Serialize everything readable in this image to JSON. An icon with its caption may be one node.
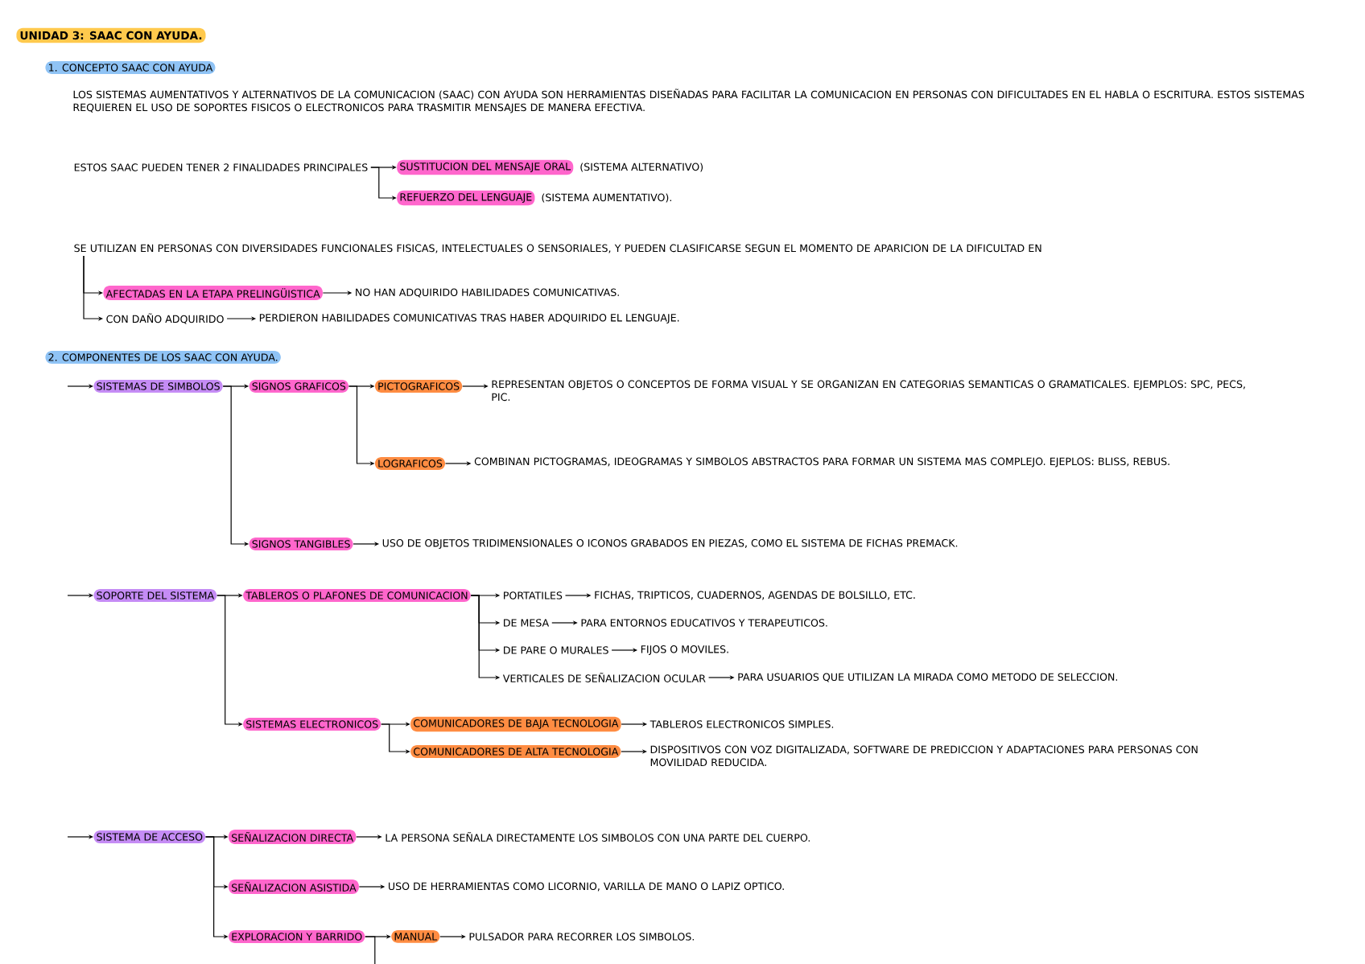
{
  "diagram": {
    "title": "UNIDAD 3: SAAC CON AYUDA.",
    "nodes": [
      {
        "text": [
          "1. CONCEPTO SAAC CON AYUDA"
        ]
      },
      {
        "text": [
          "ESTOS SAAC PUEDEN TENER 2 FINALIDADES PRINCIPALES"
        ]
      },
      {
        "text": [
          "SUSTITUCION DEL MENSAJE ORAL"
        ],
        "beside": [
          "(SISTEMA ALTERNATIVO)"
        ]
      },
      {
        "text": [
          "REFUERZO DEL LENGUAJE"
        ],
        "beside": [
          "(SISTEMA AUMENTATIVO)."
        ]
      },
      {
        "text": [
          "SE UTILIZAN EN PERSONAS CON DIVERSIDADES FUNCIONALES FISICAS, INTELECTUALES O SENSORIALES, Y PUEDEN CLASIFICARSE SEGUN EL MOMENTO DE APARICION DE LA DIFICULTAD EN"
        ]
      },
      {
        "text": [
          "AFECTADAS EN LA ETAPA PRELINGÜISTICA"
        ]
      },
      {
        "text": [
          "NO HAN ADQUIRIDO HABILIDADES COMUNICATIVAS."
        ]
      },
      {
        "text": [
          "CON DAÑO ADQUIRIDO"
        ]
      },
      {
        "text": [
          "PERDIERON HABILIDADES COMUNICATIVAS TRAS HABER ADQUIRIDO EL LENGUAJE."
        ]
      },
      {
        "text": [
          "2. COMPONENTES DE LOS SAAC CON AYUDA."
        ]
      },
      {
        "text": [
          "SISTEMAS DE SIMBOLOS"
        ]
      },
      {
        "text": [
          "SIGNOS GRAFICOS"
        ]
      },
      {
        "text": [
          "PICTOGRAFICOS"
        ]
      },
      {
        "text": [
          "REPRESENTAN OBJETOS O CONCEPTOS DE FORMA VISUAL Y SE ORGANIZAN EN CATEGORIAS SEMANTICAS O GRAMATICALES. EJEMPLOS: SPC, PECS, PIC."
        ]
      },
      {
        "text": [
          "LOGRAFICOS"
        ]
      },
      {
        "text": [
          "COMBINAN PICTOGRAMAS, IDEOGRAMAS Y SIMBOLOS ABSTRACTOS PARA FORMAR UN SISTEMA MAS COMPLEJO. EJEPLOS: BLISS, REBUS."
        ]
      },
      {
        "text": [
          "SIGNOS TANGIBLES"
        ]
      },
      {
        "text": [
          "USO DE OBJETOS TRIDIMENSIONALES O ICONOS GRABADOS EN PIEZAS, COMO EL SISTEMA DE FICHAS PREMACK."
        ]
      },
      {
        "text": [
          "SOPORTE DEL SISTEMA"
        ]
      },
      {
        "text": [
          "TABLEROS O PLAFONES DE COMUNICACION"
        ]
      },
      {
        "text": [
          "PORTATILES"
        ]
      },
      {
        "text": [
          "FICHAS, TRIPTICOS, CUADERNOS, AGENDAS DE BOLSILLO, ETC."
        ]
      },
      {
        "text": [
          "DE MESA"
        ]
      },
      {
        "text": [
          "PARA ENTORNOS EDUCATIVOS Y TERAPEUTICOS."
        ]
      },
      {
        "text": [
          "DE PARE O MURALES"
        ]
      },
      {
        "text": [
          "FIJOS O MOVILES."
        ]
      },
      {
        "text": [
          "VERTICALES DE SEÑALIZACION OCULAR"
        ]
      },
      {
        "text": [
          "PARA USUARIOS QUE UTILIZAN LA MIRADA COMO METODO DE SELECCION."
        ]
      },
      {
        "text": [
          "SISTEMAS ELECTRONICOS"
        ]
      },
      {
        "text": [
          "COMUNICADORES DE BAJA TECNOLOGIA"
        ]
      },
      {
        "text": [
          "TABLEROS ELECTRONICOS SIMPLES."
        ]
      },
      {
        "text": [
          "COMUNICADORES DE ALTA TECNOLOGIA"
        ]
      },
      {
        "text": [
          "DISPOSITIVOS CON VOZ DIGITALIZADA, SOFTWARE DE PREDICCION Y ADAPTACIONES PARA PERSONAS CON MOVILIDAD REDUCIDA."
        ]
      },
      {
        "text": [
          "SISTEMA DE ACCESO"
        ]
      },
      {
        "text": [
          "SEÑALIZACION DIRECTA"
        ]
      },
      {
        "text": [
          "LA PERSONA SEÑALA DIRECTAMENTE LOS SIMBOLOS CON UNA PARTE DEL CUERPO."
        ]
      },
      {
        "text": [
          "SEÑALIZACION ASISTIDA"
        ]
      },
      {
        "text": [
          "USO DE HERRAMIENTAS COMO LICORNIO, VARILLA DE MANO O LAPIZ OPTICO."
        ]
      },
      {
        "text": [
          "EXPLORACION Y BARRIDO"
        ]
      },
      {
        "text": [
          "MANUAL"
        ]
      },
      {
        "text": [
          "PULSADOR PARA RECORRER LOS SIMBOLOS."
        ]
      }
    ],
    "edges": [
      {
        "from": 1,
        "to": 2,
        "arrow": "to"
      },
      {
        "from": 1,
        "to": 3,
        "arrow": "to"
      },
      {
        "from": 4,
        "to": 5,
        "arrow": "to"
      },
      {
        "from": 4,
        "to": 7,
        "arrow": "to"
      },
      {
        "from": 5,
        "to": 6,
        "arrow": "to"
      },
      {
        "from": 7,
        "to": 8,
        "arrow": "to"
      },
      {
        "from": null,
        "to": 10,
        "arrow": "to"
      },
      {
        "from": 10,
        "to": 11,
        "arrow": "to"
      },
      {
        "from": 10,
        "to": 16,
        "arrow": "to"
      },
      {
        "from": 11,
        "to": 12,
        "arrow": "to"
      },
      {
        "from": 11,
        "to": 14,
        "arrow": "to"
      },
      {
        "from": 12,
        "to": 13,
        "arrow": "to"
      },
      {
        "from": 14,
        "to": 15,
        "arrow": "to"
      },
      {
        "from": 16,
        "to": 17,
        "arrow": "to"
      },
      {
        "from": null,
        "to": 18,
        "arrow": "to"
      },
      {
        "from": 18,
        "to": 19,
        "arrow": "to"
      },
      {
        "from": 18,
        "to": 28,
        "arrow": "to"
      },
      {
        "from": 19,
        "to": 20,
        "arrow": "to"
      },
      {
        "from": 19,
        "to": 22,
        "arrow": "to"
      },
      {
        "from": 19,
        "to": 24,
        "arrow": "to"
      },
      {
        "from": 19,
        "to": 26,
        "arrow": "to"
      },
      {
        "from": 20,
        "to": 21,
        "arrow": "to"
      },
      {
        "from": 22,
        "to": 23,
        "arrow": "to"
      },
      {
        "from": 24,
        "to": 25,
        "arrow": "to"
      },
      {
        "from": 26,
        "to": 27,
        "arrow": "to"
      },
      {
        "from": 28,
        "to": 29,
        "arrow": "to"
      },
      {
        "from": 28,
        "to": 31,
        "arrow": "to"
      },
      {
        "from": 29,
        "to": 30,
        "arrow": "to"
      },
      {
        "from": 31,
        "to": 32,
        "arrow": "to"
      },
      {
        "from": null,
        "to": 33,
        "arrow": "to"
      },
      {
        "from": 33,
        "to": 34,
        "arrow": "to"
      },
      {
        "from": 33,
        "to": 36,
        "arrow": "to"
      },
      {
        "from": 33,
        "to": 38,
        "arrow": "to"
      },
      {
        "from": 34,
        "to": 35,
        "arrow": "to"
      },
      {
        "from": 36,
        "to": 37,
        "arrow": "to"
      },
      {
        "from": 38,
        "to": 39,
        "arrow": "to"
      },
      {
        "from": 39,
        "to": 40,
        "arrow": "to"
      },
      {
        "from": 38,
        "to": null,
        "arrow": "none"
      }
    ],
    "labels": [
      "LOS SISTEMAS AUMENTATIVOS Y ALTERNATIVOS DE LA COMUNICACION (SAAC) CON AYUDA SON HERRAMIENTAS DISEÑADAS PARA FACILITAR LA COMUNICACION EN PERSONAS CON DIFICULTADES EN EL HABLA O ESCRITURA. ESTOS SISTEMAS REQUIEREN EL USO DE SOPORTES FISICOS O ELECTRONICOS PARA TRASMITIR MENSAJES DE MANERA EFECTIVA."
    ]
  }
}
